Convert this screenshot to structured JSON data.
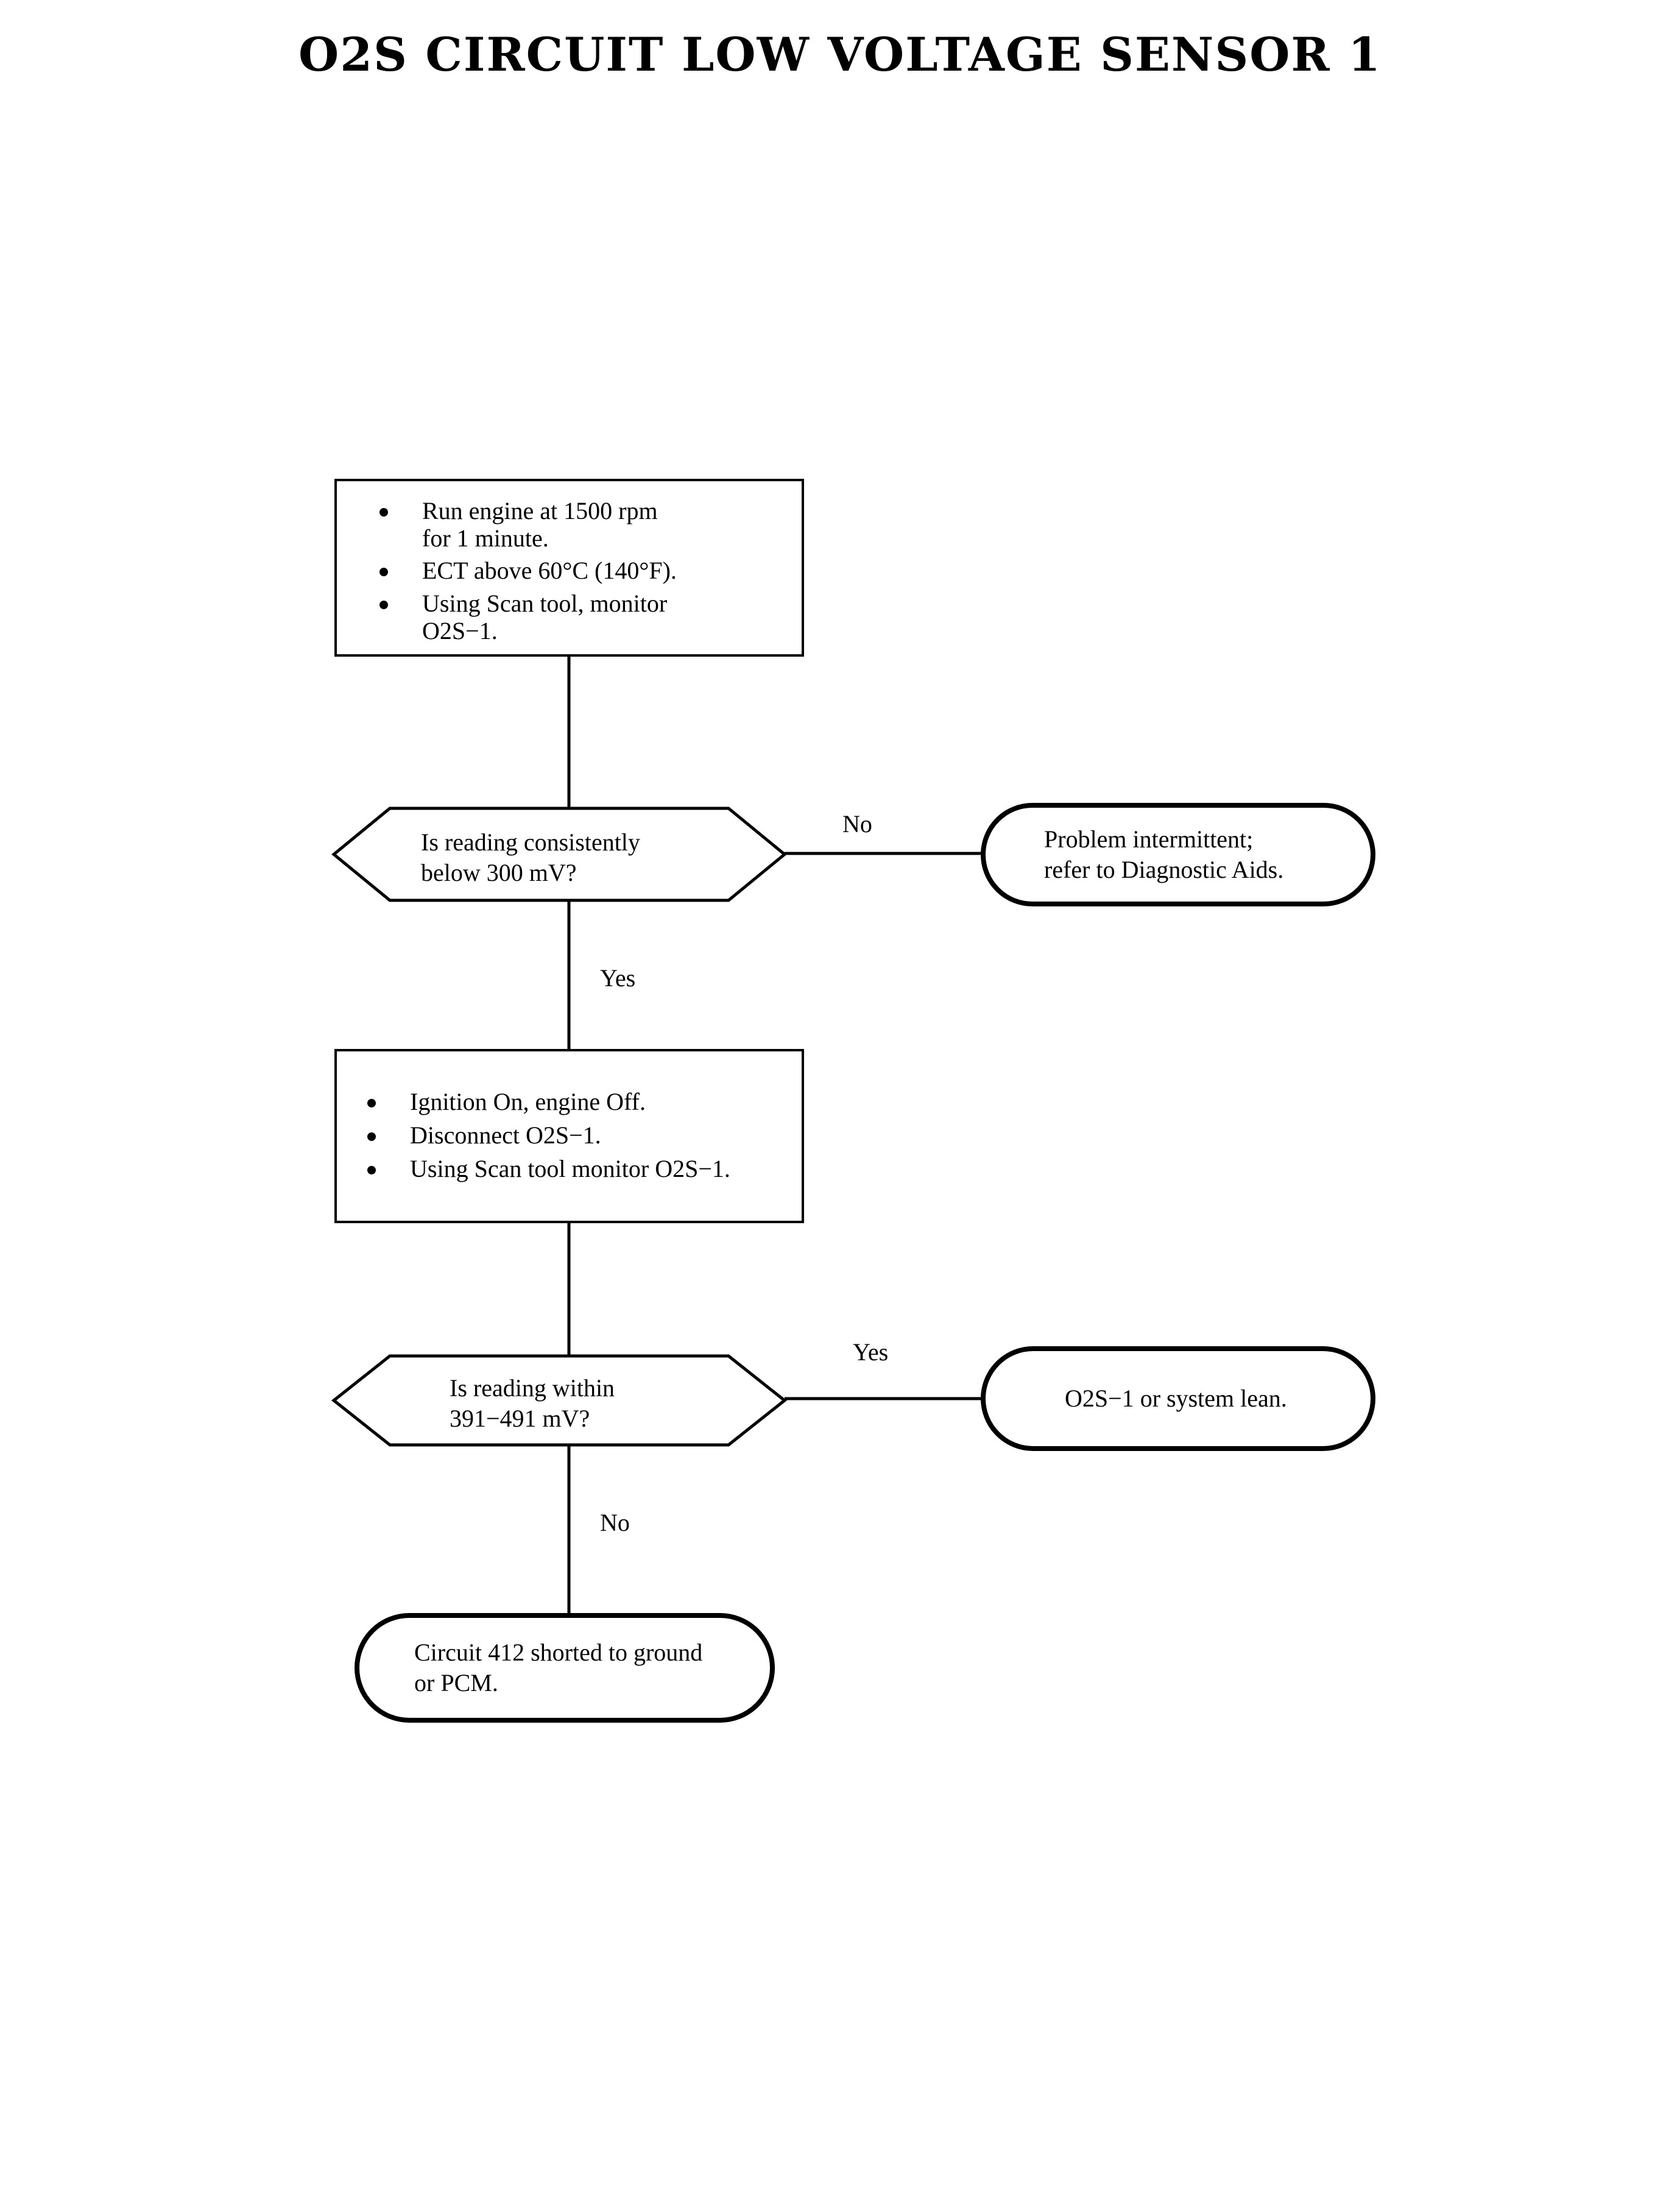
{
  "title": "O2S CIRCUIT LOW VOLTAGE SENSOR 1",
  "flowchart": {
    "step1": {
      "bullets": [
        "Run engine at 1500 rpm\nfor 1 minute.",
        "ECT above 60°C (140°F).",
        "Using Scan tool, monitor\nO2S−1."
      ]
    },
    "decision1": {
      "text": "Is reading consistently\nbelow 300 mV?",
      "no_label": "No",
      "yes_label": "Yes"
    },
    "outcome1": {
      "text": "Problem intermittent;\nrefer to Diagnostic Aids."
    },
    "step2": {
      "bullets": [
        "Ignition On, engine Off.",
        "Disconnect O2S−1.",
        "Using Scan tool monitor O2S−1."
      ]
    },
    "decision2": {
      "text": "Is reading within\n391−491 mV?",
      "yes_label": "Yes",
      "no_label": "No"
    },
    "outcome2": {
      "text": "O2S−1 or system lean."
    },
    "outcome3": {
      "text": "Circuit 412 shorted to ground\nor PCM."
    }
  },
  "colors": {
    "stroke": "#000000",
    "background": "#ffffff"
  }
}
